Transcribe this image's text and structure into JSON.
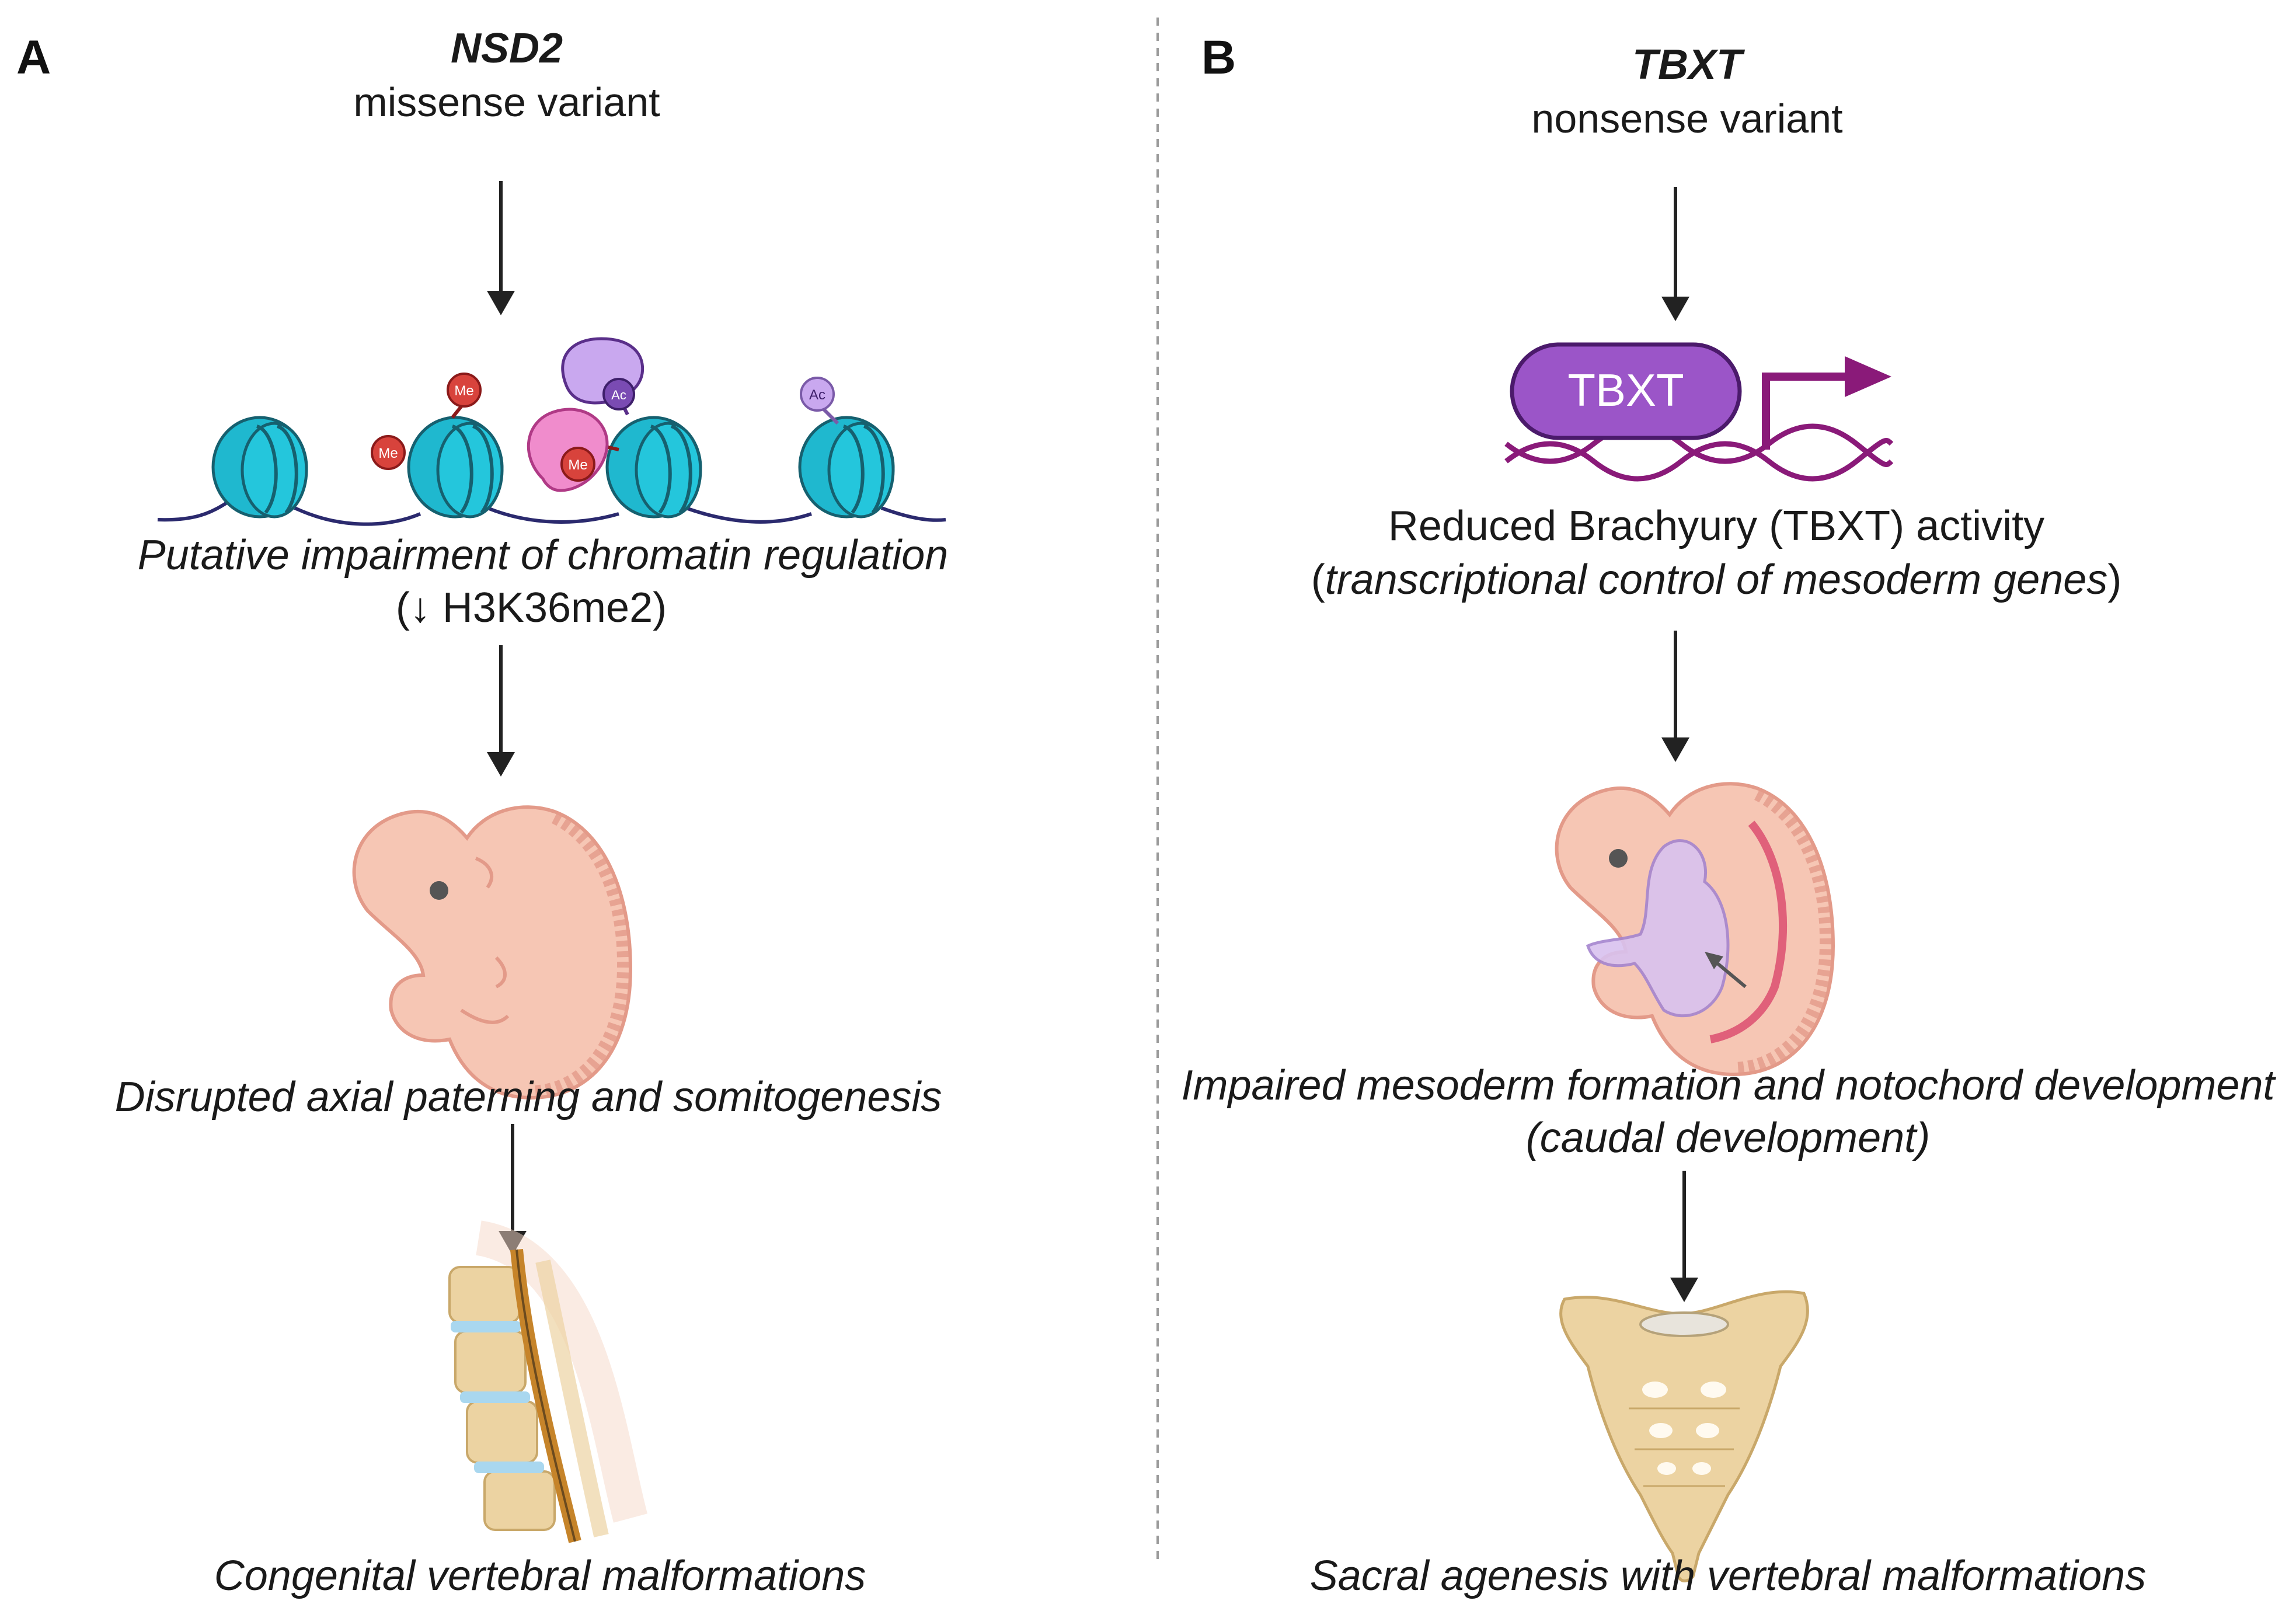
{
  "panel_a": {
    "letter": "A",
    "gene": "NSD2",
    "variant": "missense variant",
    "step1": "Putative impairment of chromatin regulation",
    "step1_detail": "(↓ H3K36me2)",
    "step2": "Disrupted axial paterning and somitogenesis",
    "step3": "Congenital vertebral malformations",
    "marks": {
      "methyl": "Me",
      "acetyl": "Ac"
    }
  },
  "panel_b": {
    "letter": "B",
    "gene": "TBXT",
    "variant": "nonsense variant",
    "protein_label": "TBXT",
    "step1": "Reduced Brachyury (TBXT) activity",
    "step1_detail_open": "(",
    "step1_detail_italic": "transcriptional control of mesoderm genes",
    "step1_detail_close": ")",
    "step2": "Impaired mesoderm formation and notochord development",
    "step2_detail": "(caudal development)",
    "step3": "Sacral agenesis with vertebral malformations"
  },
  "colors": {
    "nucleosome": "#1fb8cf",
    "nucleosome_dark": "#16606f",
    "dna": "#2b2a6e",
    "methyl": "#d8433c",
    "writer": "#f08ccc",
    "reader": "#c9a8ef",
    "tbxt": "#9b55c8",
    "tbxt_arrow": "#8a1a79",
    "embryo": "#f6c6b4",
    "embryo_outline": "#e39a89",
    "bone": "#ecd3a2",
    "disc": "#a9d7ef"
  }
}
